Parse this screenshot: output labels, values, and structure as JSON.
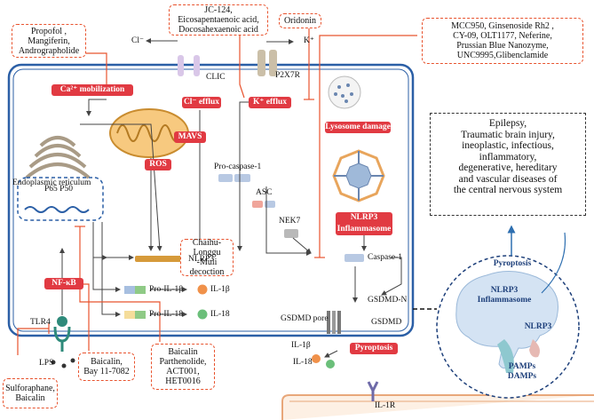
{
  "inhibitor_boxes": {
    "propofol": "Propofol ,\nMangiferin,\nAndrographolide",
    "jc124": "JC-124,\nEicosapentaenoic acid,\nDocosahexaenoic acid",
    "oridonin": "Oridonin",
    "mcc950": "MCC950,  Ginsenoside Rh2 ,\nCY-09,  OLT1177,  Neferine,\nPrussian Blue Nanozyme,\nUNC9995,Glibenclamide",
    "chaihu": "Chaihu-Longgu\n-Muli\ndecoction",
    "baicalin_bay": "Baicalin,\nBay 11-7082",
    "baicalin_parth": "Baicalin\nParthenolide,\nACT001,\nHET0016",
    "sulforaphane": "Sulforaphane,\nBaicalin"
  },
  "red_labels": {
    "ca_mobilization": "Ca²⁺ mobilization",
    "cl_efflux": "Cl⁻ efflux",
    "k_efflux": "K⁺ efflux",
    "mavs": "MAVS",
    "ros": "ROS",
    "lysosome_damage": "Lysosome damage",
    "nlrp3_inflammasome": "NLRP3\nInflammasome",
    "nfkb": "NF-κB",
    "pyroptosis": "Pyroptosis"
  },
  "labels": {
    "cl_ion": "Cl⁻",
    "k_ion": "K⁺",
    "clic": "CLIC",
    "p2x7r": "P2X7R",
    "er": "Endoplasmic reticulum",
    "procaspase": "Pro-caspase-1",
    "asc": "ASC",
    "nek7": "NEK7",
    "p65p50": "P65  P50",
    "nlrp3": "NLRP3",
    "caspase1": "Caspase-1",
    "pro_il1b": "Pro-IL-1β",
    "il1b": "IL-1β",
    "pro_il18": "Pro-IL-18",
    "il18": "IL-18",
    "gsdmd_n": "GSDMD-N",
    "gsdmd": "GSDMD",
    "gsdmd_pore": "GSDMD pore",
    "il1b_out": "IL-1β",
    "il18_out": "IL-18",
    "tlr4": "TLR4",
    "lps": "LPS",
    "il1r": "IL-1R"
  },
  "outcome_box": "Epilepsy,\nTraumatic brain injury,\nineoplastic,  infectious,\ninflammatory,\ndegenerative, hereditary\nand vascular diseases of\nthe central nervous system",
  "brain_labels": {
    "pyroptosis": "Pyroptosis",
    "nlrp3_inflammasome": "NLRP3\nInflammasome",
    "nlrp3": "NLRP3",
    "pamps": "PAMPs\nDAMPs"
  },
  "colors": {
    "red_label": "#e13a42",
    "cell_border": "#2b5fa6",
    "dash_orange": "#e8532e",
    "inhibit_line": "#e8532e",
    "brain_blue": "#2e6fb0"
  }
}
